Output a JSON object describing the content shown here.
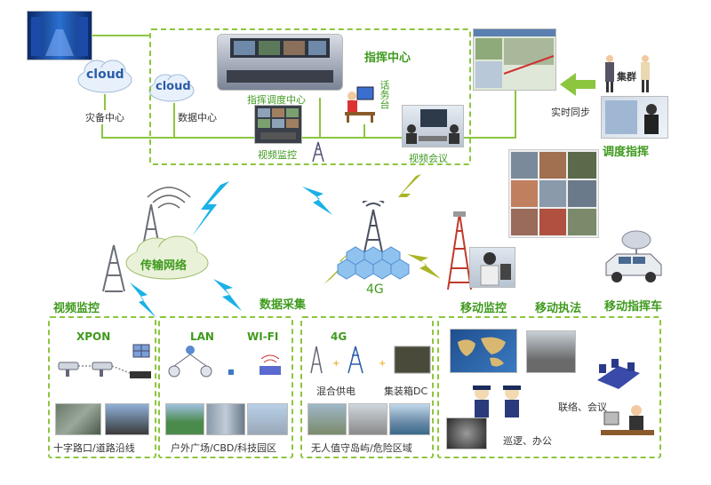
{
  "top": {
    "cloud_left": "cloud",
    "cloud_right": "cloud",
    "backup_center": "灾备中心",
    "data_center": "数据中心",
    "command_center": "指挥中心",
    "dispatch_center": "指挥调度中心",
    "video_monitor": "视频监控",
    "phone_desk": "话务台",
    "video_conference": "视频会议",
    "crowd": "集群",
    "realtime_sync": "实时同步",
    "dispatch_command": "调度指挥"
  },
  "middle": {
    "transport_network": "传输网络",
    "video_monitoring": "视频监控",
    "data_collection": "数据采集",
    "label_4g": "4G",
    "mobile_monitoring": "移动监控",
    "mobile_enforcement": "移动执法",
    "mobile_command_vehicle": "移动指挥车"
  },
  "bottom": {
    "box1": {
      "title": "XPON",
      "caption": "十字路口/道路沿线"
    },
    "box2": {
      "title_left": "LAN",
      "title_right": "WI-FI",
      "caption": "户外广场/CBD/科技园区"
    },
    "box3": {
      "title": "4G",
      "left_label": "混合供电",
      "right_label": "集装箱DC",
      "caption": "无人值守岛屿/危险区域"
    },
    "box4": {
      "meeting": "联络、会议",
      "patrol": "巡逻、办公"
    }
  },
  "colors": {
    "accent_green": "#3f9a1e",
    "dash_green": "#8cc63f",
    "arrow_green": "#8cc63f",
    "bolt_cyan": "#1ab1e6",
    "bolt_olive": "#a9b526"
  }
}
